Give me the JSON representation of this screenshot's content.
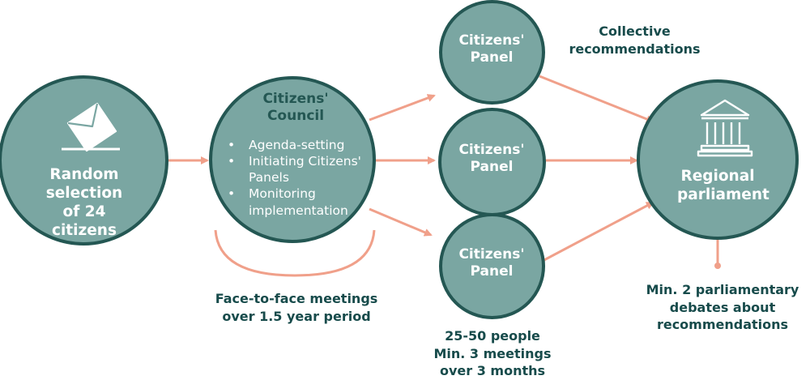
{
  "random_selection": {
    "label": "Random selection of 24 citizens",
    "icon": "envelope-ballot-icon"
  },
  "council": {
    "title": "Citizens' Council",
    "bullets": [
      "Agenda-setting",
      "Initiating Citizens' Panels",
      "Monitoring implementation"
    ],
    "caption": "Face-to-face meetings over 1.5 year period"
  },
  "panels": [
    {
      "label": "Citizens' Panel"
    },
    {
      "label": "Citizens' Panel"
    },
    {
      "label": "Citizens' Panel"
    }
  ],
  "panel_caption": "25-50 people Min. 3 meetings over 3 months",
  "collective_caption": "Collective recommendations",
  "parliament": {
    "label": "Regional parliament",
    "icon": "parliament-building-icon",
    "caption": "Min. 2 parliamentary debates about recommendations"
  },
  "colors": {
    "circle_fill": "#7aa6a2",
    "circle_border": "#245753",
    "arrow": "#f0a08a",
    "text_dark": "#174b4b"
  }
}
